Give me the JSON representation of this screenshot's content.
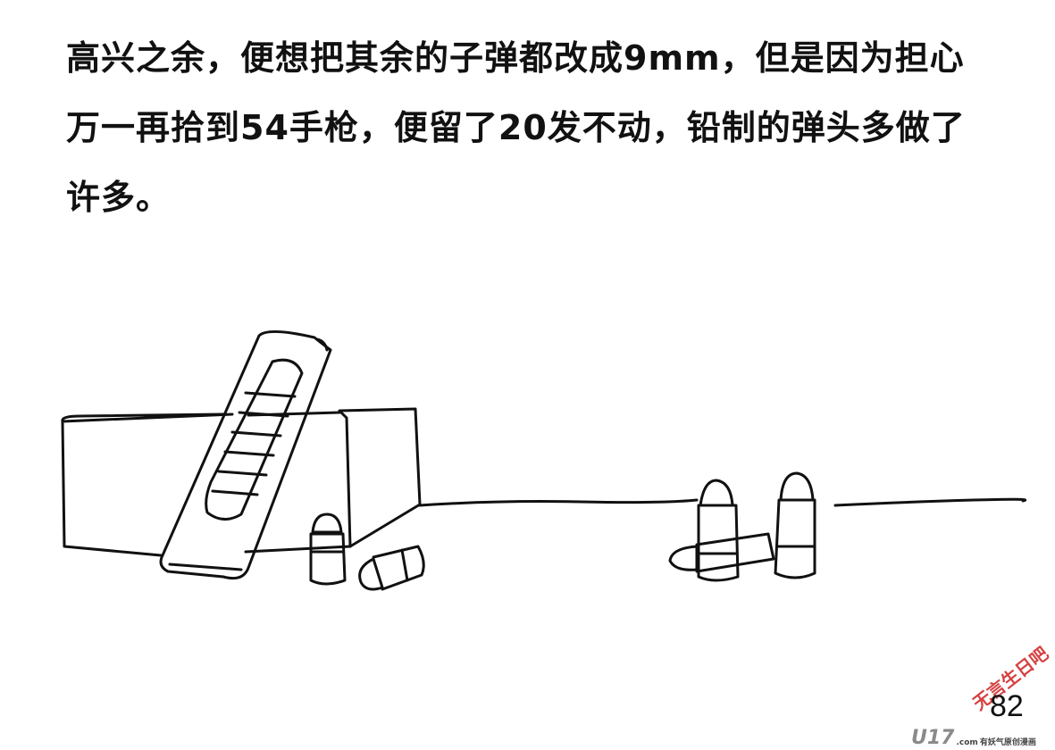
{
  "caption": {
    "lines": [
      "高兴之余，便想把其余的子弹都改成9mm，但是因为担心",
      "万一再拾到54手枪，便留了20发不动，铅制的弹头多做了",
      "许多。"
    ]
  },
  "page_number": "82",
  "watermark": {
    "text": "无言生日吧",
    "logo": "U17",
    "logo_domain": ".com",
    "logo_tagline": "有妖气原创漫画"
  },
  "colors": {
    "ink": "#111111",
    "watermark_red": "#d02020",
    "logo_gray": "#8a8a8a"
  }
}
